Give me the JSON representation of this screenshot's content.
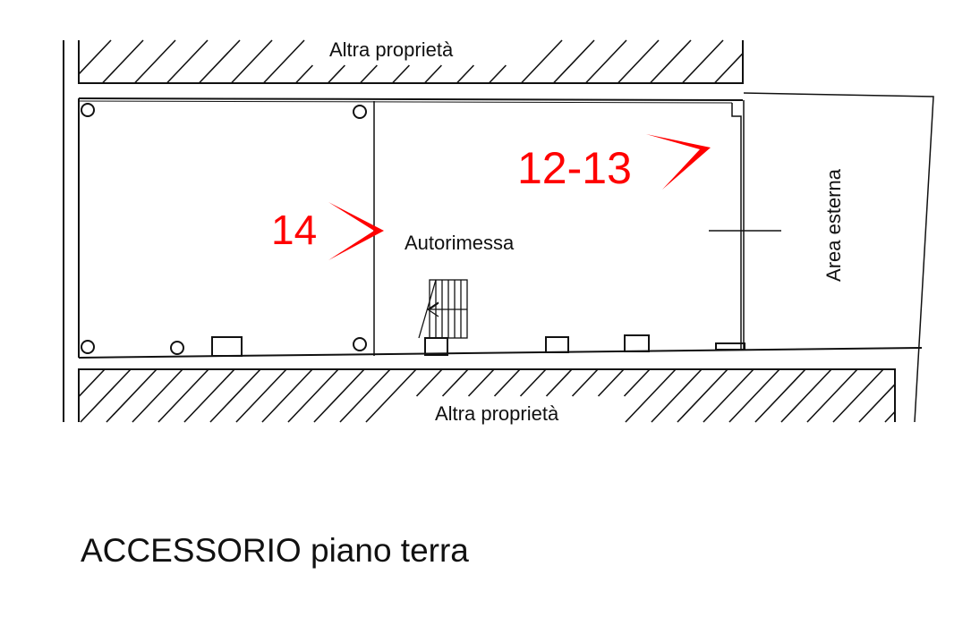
{
  "plan": {
    "top_neighbor_label": "Altra proprietà",
    "bottom_neighbor_label": "Altra proprietà",
    "room_label": "Autorimessa",
    "outdoor_label": "Area esterna",
    "photo_markers": [
      {
        "label": "14"
      },
      {
        "label": "12-13"
      }
    ],
    "title": "ACCESSORIO piano terra",
    "colors": {
      "line": "#111111",
      "marker": "#ff0000"
    }
  }
}
